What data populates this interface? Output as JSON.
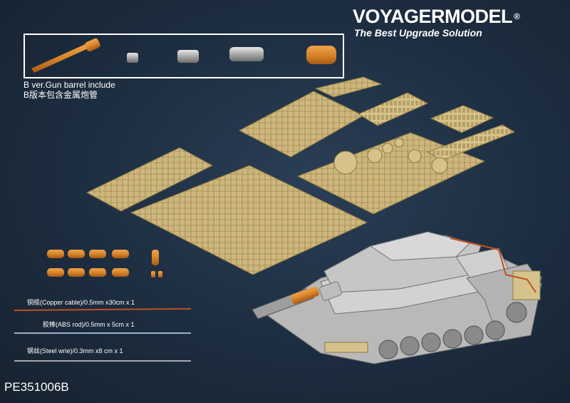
{
  "brand": {
    "name": "VOYAGERMODEL",
    "registered": "®",
    "tagline": "The Best Upgrade Solution"
  },
  "barrel_box": {
    "caption_en": "B ver.Gun barrel include",
    "caption_cn": "B版本包含金属炮管"
  },
  "materials": [
    {
      "label": "铜缆(Copper cable)/0.5mm x30cm x 1",
      "color": "#c0501e"
    },
    {
      "label": "胶棒(ABS rod)/0.5mm x 5cm x 1",
      "color": "#9ab3cf"
    },
    {
      "label": "钢丝(Steel wrie)/0.3mm x8 cm x 1",
      "color": "#a9a9a9"
    }
  ],
  "product_code": "PE351006B",
  "colors": {
    "background": "#203246",
    "brass": "#c9b57a",
    "turned_brass": "#d8862c",
    "aluminium": "#b8b8b8",
    "tank_grey": "#c4c4c4",
    "text": "#ffffff"
  }
}
